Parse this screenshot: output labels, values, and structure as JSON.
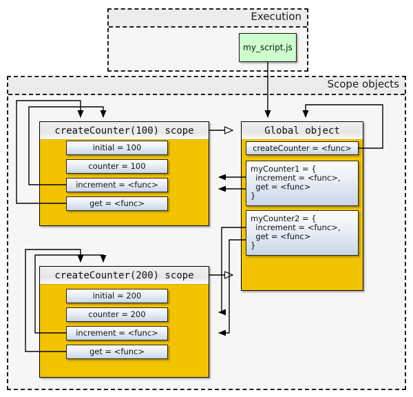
{
  "frames": {
    "execution": {
      "title": "Execution"
    },
    "scope_objects": {
      "title": "Scope objects"
    }
  },
  "script_node": {
    "label": "my_script.js",
    "color": "#ccffcc"
  },
  "objects": [
    {
      "id": "scope100",
      "title": "createCounter(100) scope",
      "color": "#f2c300",
      "attributes": [
        {
          "label": "initial = 100"
        },
        {
          "label": "counter = 100"
        },
        {
          "label": "increment = <func>"
        },
        {
          "label": "get = <func>"
        }
      ]
    },
    {
      "id": "global",
      "title": "Global object",
      "color": "#f2c300",
      "attributes": [
        {
          "label": "createCounter = <func>"
        },
        {
          "label": "myCounter1 = {\n  increment = <func>,\n  get = <func>\n}"
        },
        {
          "label": "myCounter2 = {\n  increment = <func>,\n  get = <func>\n}"
        }
      ]
    },
    {
      "id": "scope200",
      "title": "createCounter(200) scope",
      "color": "#f2c300",
      "attributes": [
        {
          "label": "initial = 200"
        },
        {
          "label": "counter = 200"
        },
        {
          "label": "increment = <func>"
        },
        {
          "label": "get = <func>"
        }
      ]
    }
  ]
}
